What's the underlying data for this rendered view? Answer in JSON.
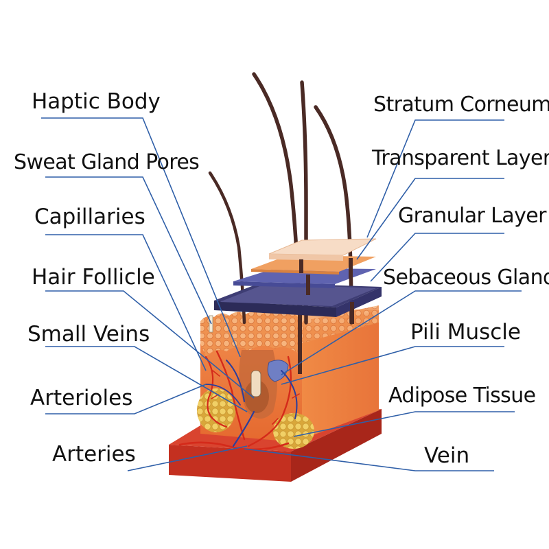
{
  "diagram": {
    "labels": {
      "haptic_body": "Haptic Body",
      "sweat_gland_pores": "Sweat Gland Pores",
      "capillaries": "Capillaries",
      "hair_follicle": "Hair Follicle",
      "small_veins": "Small Veins",
      "arterioles": "Arterioles",
      "arteries": "Arteries",
      "stratum_corneum": "Stratum Corneum",
      "transparent_layer": "Transparent Layer",
      "granular_layer": "Granular Layer",
      "sebaceous_glands": "Sebaceous Glands",
      "pili_muscle": "Pili Muscle",
      "adipose_tissue": "Adipose Tissue",
      "vein": "Vein"
    },
    "colors": {
      "leader_line": "#2f5fa8",
      "dermis": "#e8743a",
      "epidermis_base": "#f29a54",
      "navy_layer": "#4b4a86",
      "blue_layer": "#5f63b0",
      "orange_layer": "#f0a061",
      "corneum_layer": "#f6d6bf",
      "hair": "#4a2a25",
      "adipose": "#ecc34f",
      "artery": "#d42a1a",
      "vein": "#2b3e9c",
      "base_plate": "#cc3324"
    }
  }
}
